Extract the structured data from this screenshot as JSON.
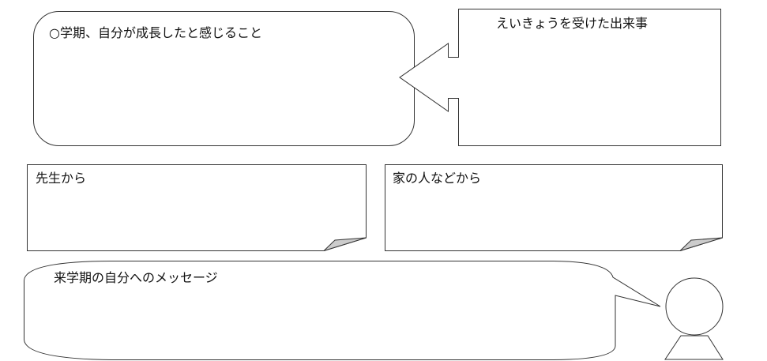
{
  "sections": {
    "growth": {
      "label": "○学期、自分が成長したと感じること"
    },
    "influence": {
      "label": "えいきょうを受けた出来事"
    },
    "teacher": {
      "label": "先生から"
    },
    "family": {
      "label": "家の人などから"
    },
    "message": {
      "label": "来学期の自分へのメッセージ"
    }
  },
  "colors": {
    "stroke": "#333333",
    "fold": "#cccccc"
  }
}
